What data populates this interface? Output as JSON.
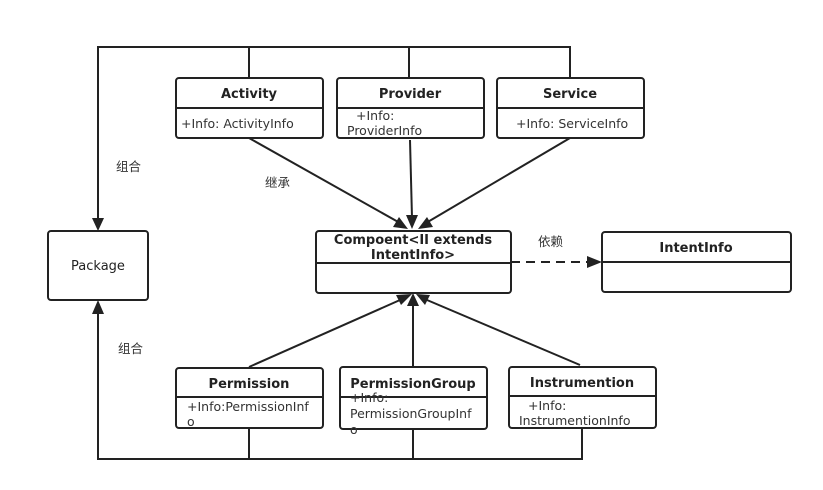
{
  "classes": {
    "activity": {
      "name": "Activity",
      "attr": "+Info: ActivityInfo"
    },
    "provider": {
      "name": "Provider",
      "attr_lines": [
        "+Info:",
        "ProviderInfo"
      ]
    },
    "service": {
      "name": "Service",
      "attr": "+Info: ServiceInfo"
    },
    "package": {
      "name": "Package"
    },
    "component": {
      "name_lines": [
        "Compoent<II extends",
        "IntentInfo>"
      ]
    },
    "intentinfo": {
      "name": "IntentInfo"
    },
    "permission": {
      "name": "Permission",
      "attr_lines": [
        "+Info:PermissionInf",
        "o"
      ]
    },
    "permissiongroup": {
      "name": "PermissionGroup",
      "attr_lines": [
        "+Info:",
        "PermissionGroupInf",
        "o"
      ]
    },
    "instrumention": {
      "name": "Instrumention",
      "attr_lines": [
        "+Info:",
        "InstrumentionInfo"
      ]
    }
  },
  "labels": {
    "composition_top": "组合",
    "composition_bottom": "组合",
    "inheritance": "继承",
    "dependency": "依赖"
  }
}
